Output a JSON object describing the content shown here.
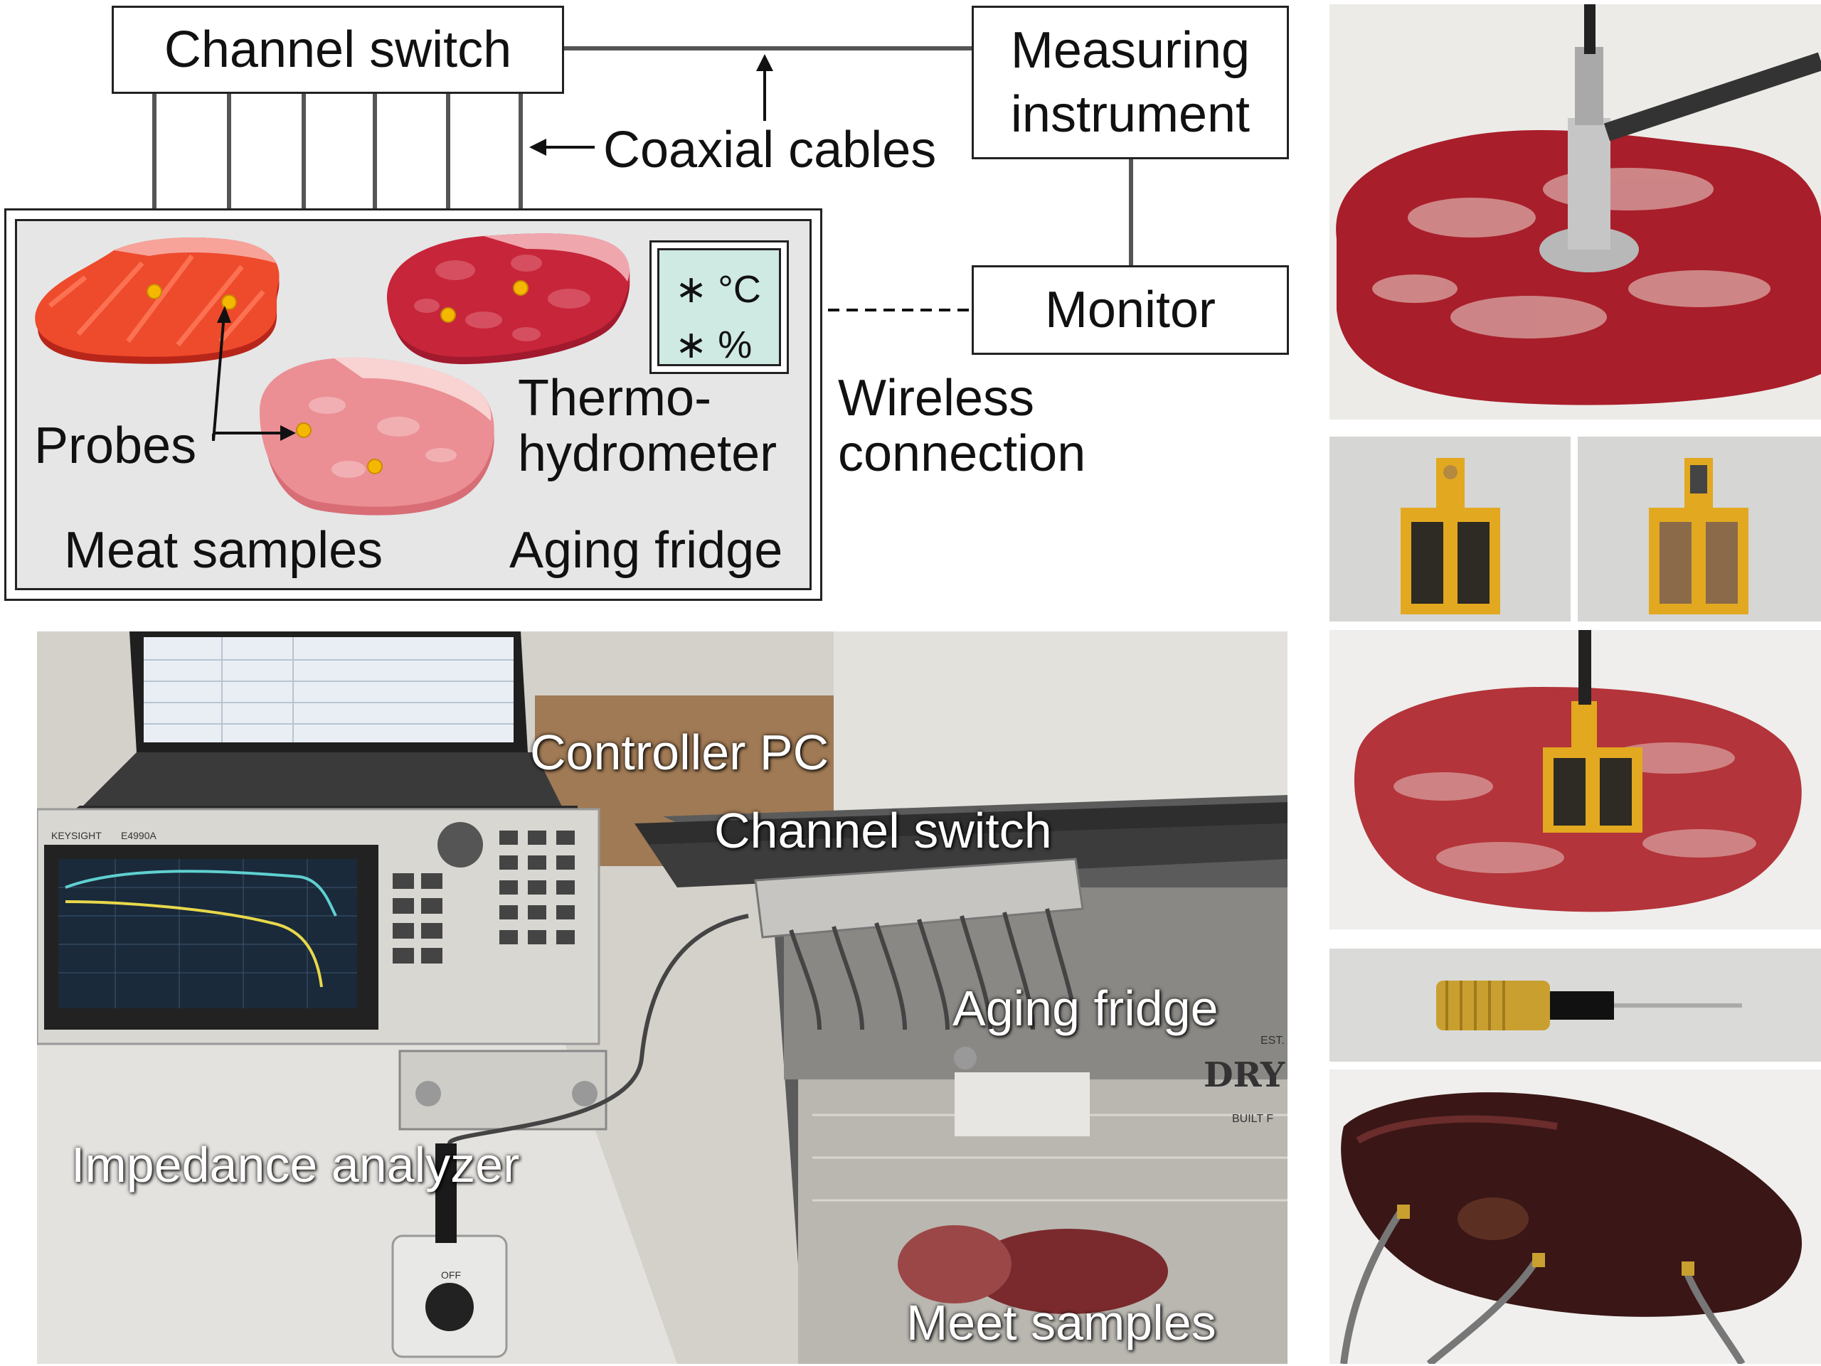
{
  "diagram": {
    "channel_switch": "Channel switch",
    "measuring_instrument_line1": "Measuring",
    "measuring_instrument_line2": "instrument",
    "monitor": "Monitor",
    "coaxial_cables": "Coaxial cables",
    "probes": "Probes",
    "thermo_line1": "Thermo-",
    "thermo_line2": "hydrometer",
    "thermo_celsius": "∗ °C",
    "thermo_percent": "∗  %",
    "wireless_line1": "Wireless",
    "wireless_line2": "connection",
    "meat_samples": "Meat samples",
    "aging_fridge": "Aging fridge"
  },
  "setup_photo": {
    "controller_pc": "Controller PC",
    "channel_switch": "Channel switch",
    "aging_fridge": "Aging fridge",
    "impedance_analyzer": "Impedance analyzer",
    "meet_samples": "Meet samples",
    "analyzer_brand": "KEYSIGHT",
    "analyzer_model": "E4990A",
    "fridge_brand": "DRY",
    "fridge_small_1": "EST.",
    "fridge_small_2": "BUILT F",
    "knob_off": "OFF"
  },
  "colors": {
    "diagram_line": "#555555",
    "fridge_bg": "#e6e6e6",
    "thermo_bg": "#cfe9e3",
    "probe_dot": "#f5b800",
    "meat_red": "#e8442a",
    "meat_crimson": "#c7253a",
    "meat_pink": "#eb8f95"
  }
}
